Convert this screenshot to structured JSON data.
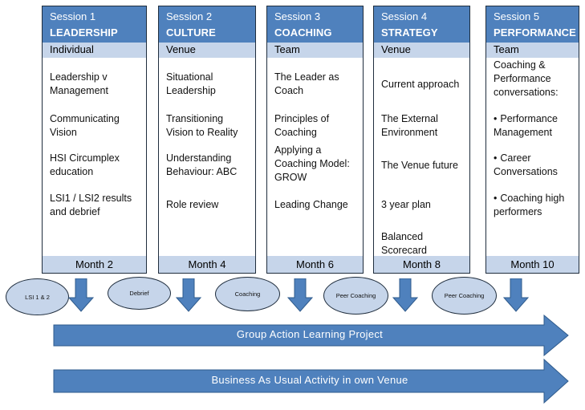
{
  "sessions": [
    {
      "session": "Session 1",
      "topic": "LEADERSHIP",
      "scope": "Individual",
      "items": [
        "Leadership v Management",
        "Communicating Vision",
        "HSI Circumplex education",
        "LSI1 / LSI2 results and debrief"
      ],
      "month": "Month 2"
    },
    {
      "session": "Session 2",
      "topic": "CULTURE",
      "scope": "Venue",
      "items": [
        "Situational Leadership",
        "Transitioning Vision to Reality",
        "Understanding Behaviour: ABC",
        "Role review"
      ],
      "month": "Month 4"
    },
    {
      "session": "Session 3",
      "topic": "COACHING",
      "scope": "Team",
      "items": [
        "The Leader as Coach",
        "Principles of Coaching",
        "Applying a Coaching Model: GROW",
        "Leading Change"
      ],
      "month": "Month 6"
    },
    {
      "session": "Session 4",
      "topic": "STRATEGY",
      "scope": "Venue",
      "items": [
        "Current approach",
        "The External Environment",
        "The Venue future",
        "3 year plan",
        "Balanced Scorecard"
      ],
      "month": "Month 8"
    },
    {
      "session": "Session 5",
      "topic": "PERFORMANCE",
      "scope": "Team",
      "items": [
        "Coaching & Performance conversations:",
        "Performance Management",
        "Career Conversations",
        "Coaching high performers"
      ],
      "month": "Month 10"
    }
  ],
  "between_sessions": [
    "LSI 1 & 2",
    "Debrief",
    "Coaching",
    "Peer Coaching",
    "Peer Coaching"
  ],
  "banners": {
    "group_project": "Group Action Learning Project",
    "business_as_usual": "Business As Usual Activity in own Venue"
  },
  "colors": {
    "header_blue": "#4f81bd",
    "light_blue": "#c6d5ea",
    "arrow_blue": "#4f81bd",
    "outline": "#1f2d3d"
  }
}
